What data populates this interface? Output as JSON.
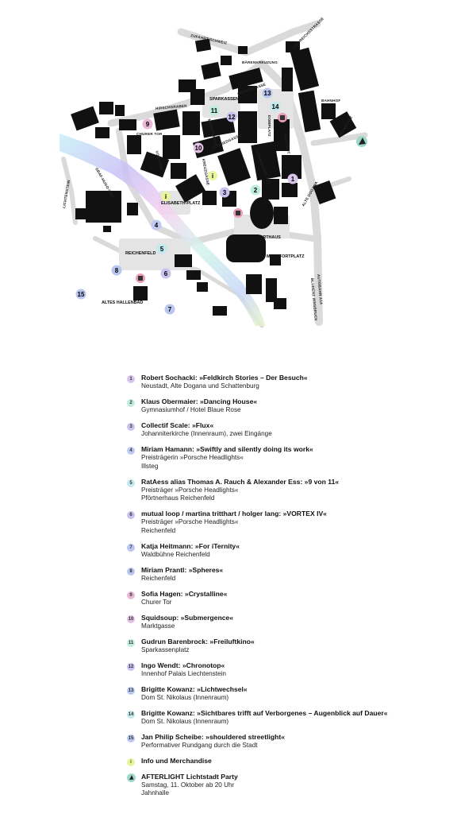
{
  "map": {
    "streets": {
      "zufahrt_schweiz": "ZUFAHRT SCHWEIZ",
      "l190_reichsstrasse": "L190 REICHSSTRASSE",
      "baerenkreuzung": "BÄRENKREUZUNG",
      "hirschgraben": "HIRSCHGRABEN",
      "sparkassen_platz": "SPARKASSEN-PLATZ",
      "herrengasse": "HERRENGASSE",
      "domplatz": "DOMPLATZ",
      "bahnhof": "BAHNHOF",
      "churer_tor": "CHURER TOR",
      "neustadt": "NEUSTADT",
      "marktgasse": "MARKTGASSE",
      "schmiedgasse": "SCHMIEDGASSE",
      "kreuzgasse": "KREUZGASSE",
      "vorstadt": "VORSTADT",
      "jahnplatz": "JAHNPLATZ",
      "leonhardsplatz": "LEONHARDSPLATZ",
      "alte_dogana": "ALTE DOGANA",
      "lichtenstein": "LICHTENSTEIN",
      "graf_hugo_weg": "GRAF-HUGO-WEG",
      "elisabeth_platz": "ELISABETH-PLATZ",
      "montforthaus": "MONTFORTHAUS",
      "montfortplatz": "MONTFORTPLATZ",
      "reichenfeld": "REICHENFELD",
      "altes_hallenbad": "ALTES HALLENBAD",
      "autobahn": "AUTOBAHN A14",
      "bludenz": "BLUDENZ INNSBRUCK"
    },
    "info_symbol": "i"
  },
  "legend": {
    "colors": {
      "lilac": "#d9c4ec",
      "mint": "#bfeedd",
      "lavender": "#c4c0ee",
      "periwinkle": "#b9c7f0",
      "cyan": "#c2e9ee",
      "pink": "#e9b8cf",
      "yellow": "#e9f59a",
      "salmon": "#efa5b0",
      "party_green": "#9fd8c8"
    },
    "items": [
      {
        "num": "1",
        "color": "#d9c4ec",
        "title": "Robert Sochacki: »Feldkirch Stories – Der Besuch«",
        "lines": [
          "Neustadt, Alte Dogana und Schattenburg"
        ]
      },
      {
        "num": "2",
        "color": "#bfeedd",
        "title": "Klaus Obermaier: »Dancing House«",
        "lines": [
          "Gymnasiumhof / Hotel Blaue Rose"
        ]
      },
      {
        "num": "3",
        "color": "#c9c2ee",
        "title": "Collectif Scale: »Flux«",
        "lines": [
          "Johanniterkirche (Innenraum), zwei Eingänge"
        ]
      },
      {
        "num": "4",
        "color": "#c0c9f0",
        "title": "Miriam Hamann: »Swiftly and silently doing its work«",
        "lines": [
          "Preisträgerin »Porsche Headlights«",
          "Illsteg"
        ]
      },
      {
        "num": "5",
        "color": "#c2e9ee",
        "title": "RatAess alias Thomas A. Rauch & Alexander Ess: »9 von 11«",
        "lines": [
          "Preisträger »Porsche Headlights«",
          "Pförtnerhaus Reichenfeld"
        ]
      },
      {
        "num": "6",
        "color": "#c9c2ee",
        "title": "mutual loop / martina tritthart / holger lang: »VORTEX IV«",
        "lines": [
          "Preisträger »Porsche Headlights«",
          "Reichenfeld"
        ]
      },
      {
        "num": "7",
        "color": "#b9c7f0",
        "title": "Katja Heitmann: »For iTernity«",
        "lines": [
          "Waldbühne Reichenfeld"
        ]
      },
      {
        "num": "8",
        "color": "#b9c7f0",
        "title": "Miriam Prantl: »Spheres«",
        "lines": [
          "Reichenfeld"
        ]
      },
      {
        "num": "9",
        "color": "#e9b8d9",
        "title": "Sofia Hagen: »Crystalline«",
        "lines": [
          "Churer Tor"
        ]
      },
      {
        "num": "10",
        "color": "#e2c0e4",
        "title": "Squidsoup: »Submergence«",
        "lines": [
          "Marktgasse"
        ]
      },
      {
        "num": "11",
        "color": "#bfeedd",
        "title": "Gudrun Barenbrock: »Freiluftkino«",
        "lines": [
          "Sparkassenplatz"
        ]
      },
      {
        "num": "12",
        "color": "#c9c2ee",
        "title": "Ingo Wendt: »Chronotop«",
        "lines": [
          "Innenhof Palais Liechtenstein"
        ]
      },
      {
        "num": "13",
        "color": "#b9c7f0",
        "title": "Brigitte Kowanz: »Lichtwechsel«",
        "lines": [
          "Dom St. Nikolaus (Innenraum)"
        ]
      },
      {
        "num": "14",
        "color": "#c2e9ee",
        "title": "Brigitte Kowanz: »Sichtbares trifft auf Verborgenes – Augenblick auf Dauer«",
        "lines": [
          "Dom St. Nikolaus (Innenraum)"
        ]
      },
      {
        "num": "15",
        "color": "#b9c7f0",
        "title": "Jan Philip Scheibe: »shouldered streetlight«",
        "lines": [
          "Performativer Rundgang durch die Stadt"
        ]
      }
    ],
    "info": {
      "symbol": "i",
      "color": "#e9f59a",
      "title": "Info und Merchandise"
    },
    "party": {
      "color": "#9fd8c8",
      "title": "AFTERLIGHT Lichtstadt Party",
      "lines": [
        "Samstag, 11. Oktober ab 20 Uhr",
        "Jahnhalle"
      ]
    }
  }
}
